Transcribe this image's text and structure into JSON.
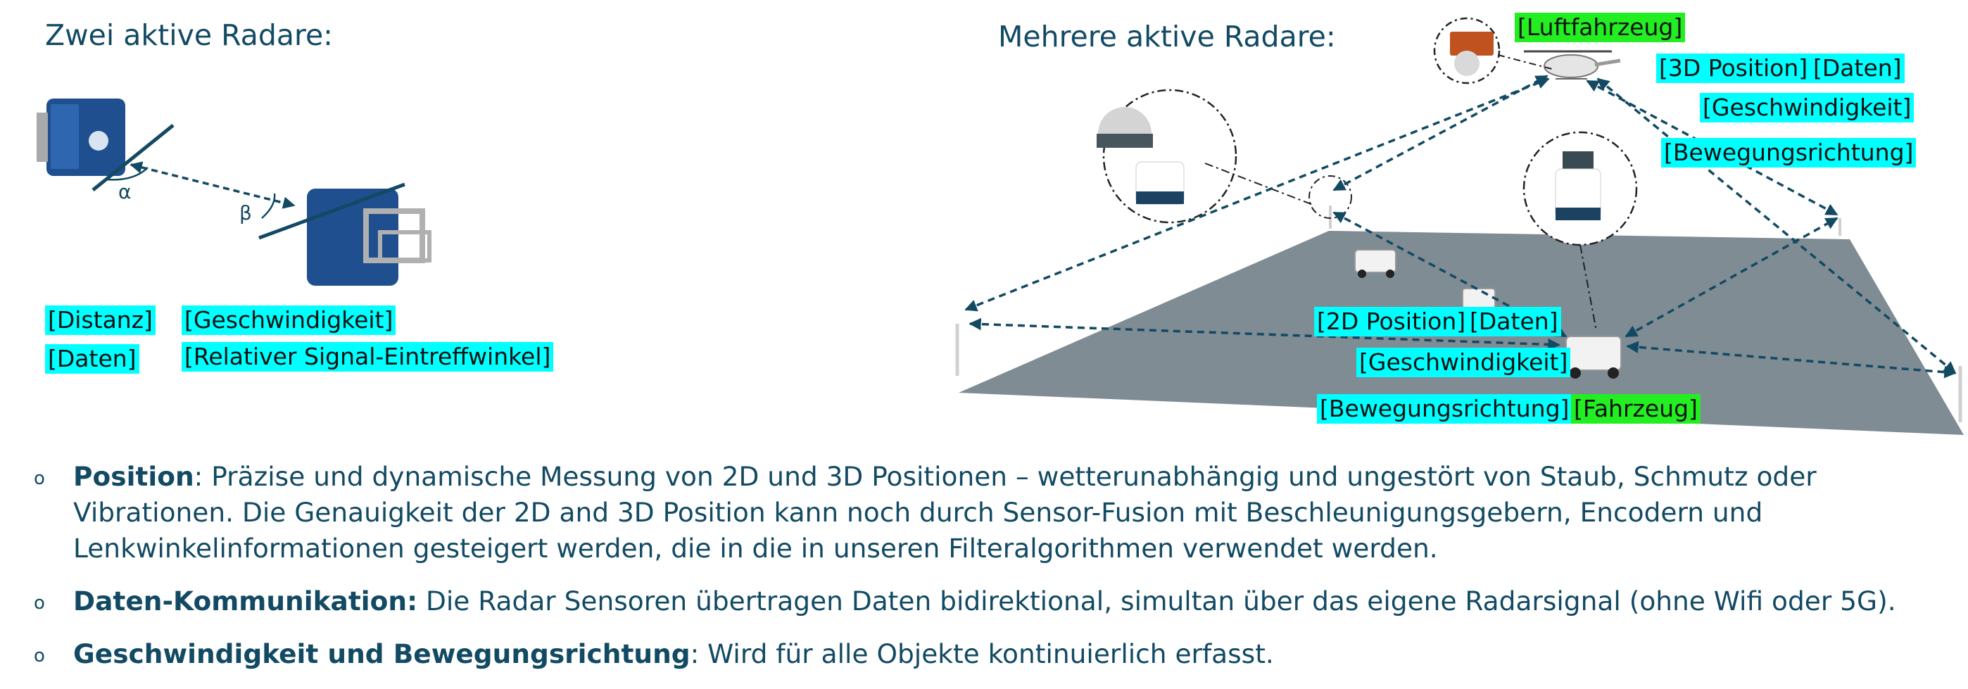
{
  "left": {
    "heading": "Zwei aktive Radare:",
    "alpha": "α",
    "beta": "β",
    "tags": [
      "[Distanz]",
      "[Daten]",
      "[Geschwindigkeit]",
      "[Relativer Signal-Eintreffwinkel]"
    ]
  },
  "right": {
    "heading": "Mehrere aktive Radare:",
    "aircraft_tags": [
      "[Luftfahrzeug]",
      "[3D Position]",
      "[Daten]",
      "[Geschwindigkeit]",
      "[Bewegungsrichtung]"
    ],
    "vehicle_tags": [
      "[2D Position]",
      "[Daten]",
      "[Geschwindigkeit]",
      "[Bewegungsrichtung]",
      "[Fahrzeug]"
    ]
  },
  "bullets": [
    {
      "title": "Position",
      "text": ": Präzise und dynamische Messung von 2D und 3D Positionen – wetterunabhängig und ungestört von Staub, Schmutz oder Vibrationen. Die Genauigkeit der 2D and 3D Position kann noch durch Sensor-Fusion mit Beschleunigungsgebern, Encodern und Lenkwinkelinformationen gesteigert werden, die in die in unseren Filteralgorithmen verwendet werden."
    },
    {
      "title": "Daten-Kommunikation:",
      "text": " Die Radar Sensoren übertragen Daten bidirektional, simultan über das eigene Radarsignal (ohne Wifi oder 5G)."
    },
    {
      "title": "Geschwindigkeit und Bewegungsrichtung",
      "text": ": Wird für alle Objekte kontinuierlich erfasst."
    }
  ],
  "bullet_marker": "o",
  "colors": {
    "text": "#124a63",
    "tag_cyan": "#00ffff",
    "tag_green": "#22ee22",
    "ground": "#7f8c94"
  }
}
